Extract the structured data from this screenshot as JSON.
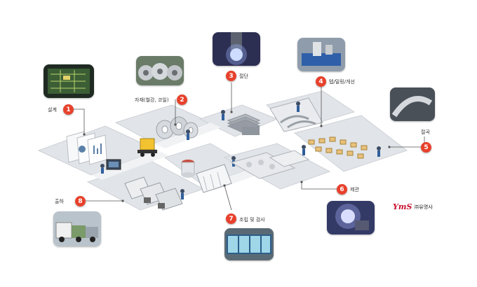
{
  "steps": [
    {
      "num": "1",
      "label": "설계"
    },
    {
      "num": "2",
      "label": "자재(철강, 코일)"
    },
    {
      "num": "3",
      "label": "절단"
    },
    {
      "num": "4",
      "label": "텝/밀링/개선"
    },
    {
      "num": "5",
      "label": "절곡"
    },
    {
      "num": "6",
      "label": "제관"
    },
    {
      "num": "7",
      "label": "조립 및 검사"
    },
    {
      "num": "8",
      "label": "출하"
    }
  ],
  "logo": {
    "mark": "YmS",
    "text": "㈜유명사"
  },
  "colors": {
    "badge": "#e8412c",
    "floor": "#dfe2e6",
    "floor_edge": "#c9cdd2"
  }
}
